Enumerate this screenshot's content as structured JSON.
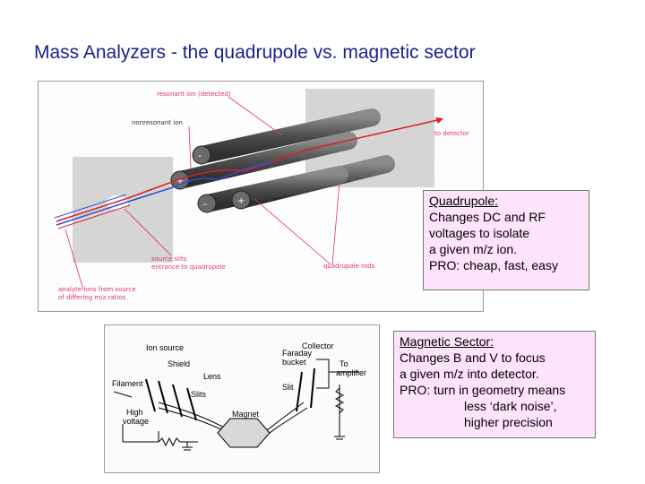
{
  "slide": {
    "title": "Mass Analyzers - the quadrupole vs. magnetic sector"
  },
  "quadrupole_figure": {
    "labels": {
      "resonant": "resonant ion (detected)",
      "nonresonant": "nonresonant ion",
      "detector": "to detector",
      "source1": "source slits",
      "source2": "entrance to quadrupole",
      "rods": "quadrupole rods",
      "analyte1": "analyte ions from source",
      "analyte2": "of differing m/z ratios"
    },
    "colors": {
      "label_red": "#e0306a",
      "rod": "#555555",
      "beam_blue": "#2a4fd8",
      "beam_red": "#d82020"
    }
  },
  "magnetic_figure": {
    "labels": {
      "ion_source": "Ion source",
      "collector": "Collector",
      "shield": "Shield",
      "filament": "Filament",
      "lens": "Lens",
      "slits": "Slits",
      "high": "High",
      "voltage": "voltage",
      "magnet": "Magnet",
      "faraday": "Faraday",
      "bucket": "bucket",
      "slit": "Slit",
      "to": "To",
      "amplifier": "amplifier"
    }
  },
  "callout_quadrupole": {
    "title": "Quadrupole:",
    "lines": [
      "Changes DC and RF",
      "voltages to isolate",
      "a given m/z ion.",
      "PRO:  cheap, fast, easy"
    ]
  },
  "callout_magnetic": {
    "title": "Magnetic Sector:",
    "lines": [
      "Changes B and V to focus",
      "a given m/z into detector.",
      "PRO:  turn in geometry means"
    ],
    "indented": [
      "less ‘dark noise’,",
      "higher precision"
    ]
  }
}
